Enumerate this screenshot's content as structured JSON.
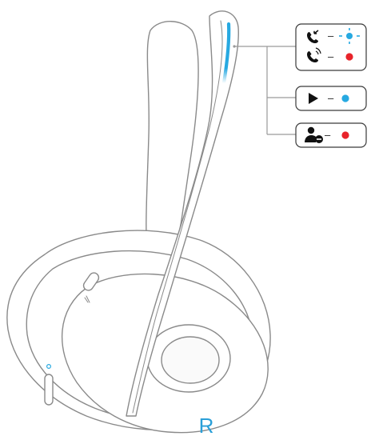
{
  "headset": {
    "side_label": "R",
    "led_strip_color": "#27a9e1",
    "line_color": "#9a9a9a"
  },
  "legend": [
    {
      "id": "calls",
      "rows": [
        {
          "icon": "incoming-call-icon",
          "status": "led-flashing-blue",
          "color": "#27a9e1"
        },
        {
          "icon": "active-call-icon",
          "status": "led-solid-red",
          "color": "#e8232a"
        }
      ]
    },
    {
      "id": "media",
      "rows": [
        {
          "icon": "play-icon",
          "status": "led-solid-blue",
          "color": "#27a9e1"
        }
      ]
    },
    {
      "id": "busy",
      "rows": [
        {
          "icon": "busy-user-icon",
          "status": "led-solid-red",
          "color": "#e8232a"
        }
      ]
    }
  ]
}
